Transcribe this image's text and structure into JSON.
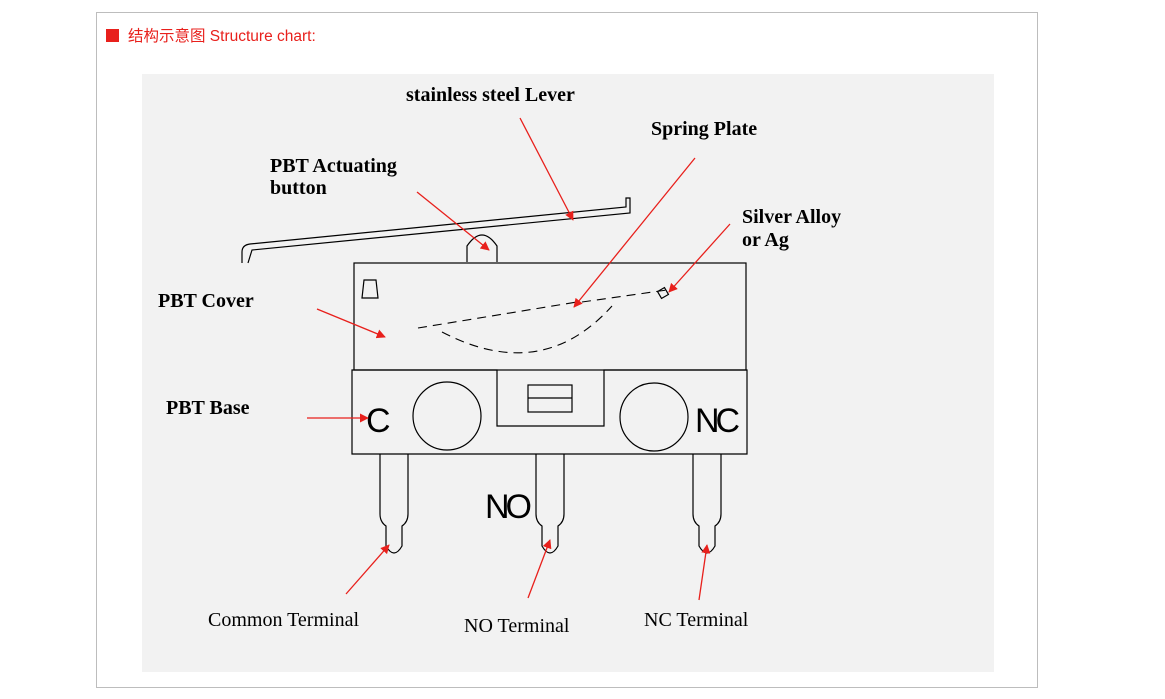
{
  "header": {
    "title": "结构示意图 Structure chart:",
    "accent_color": "#e8201c"
  },
  "diagram": {
    "labels": {
      "lever": "stainless steel Lever",
      "spring": "Spring Plate",
      "button_line1": "PBT Actuating",
      "button_line2": "button",
      "silver_line1": "Silver Alloy",
      "silver_line2": "or Ag",
      "cover": "PBT Cover",
      "base": "PBT Base",
      "common_terminal": "Common Terminal",
      "no_terminal": "NO Terminal",
      "nc_terminal": "NC Terminal"
    },
    "terminal_marks": {
      "c": "C",
      "no": "NO",
      "nc": "NC"
    },
    "panel_color": "#f2f2f2",
    "arrow_color": "#e8201c"
  }
}
